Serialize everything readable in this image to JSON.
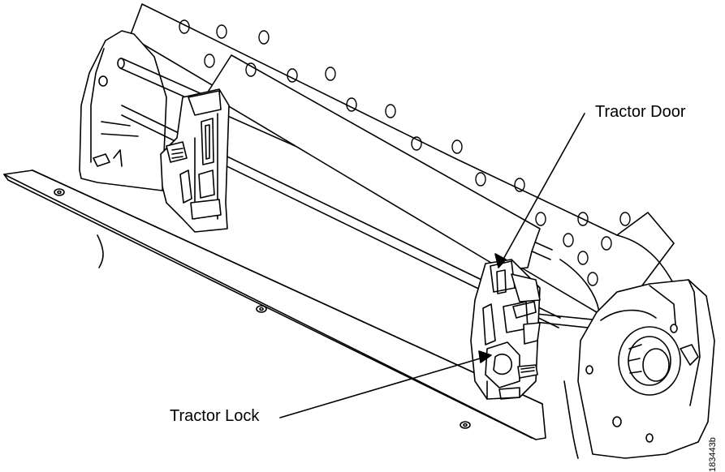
{
  "labels": {
    "tractor_door": "Tractor Door",
    "tractor_lock": "Tractor Lock"
  },
  "figure_id": "183443b",
  "colors": {
    "line": "#000000",
    "background": "#ffffff"
  }
}
